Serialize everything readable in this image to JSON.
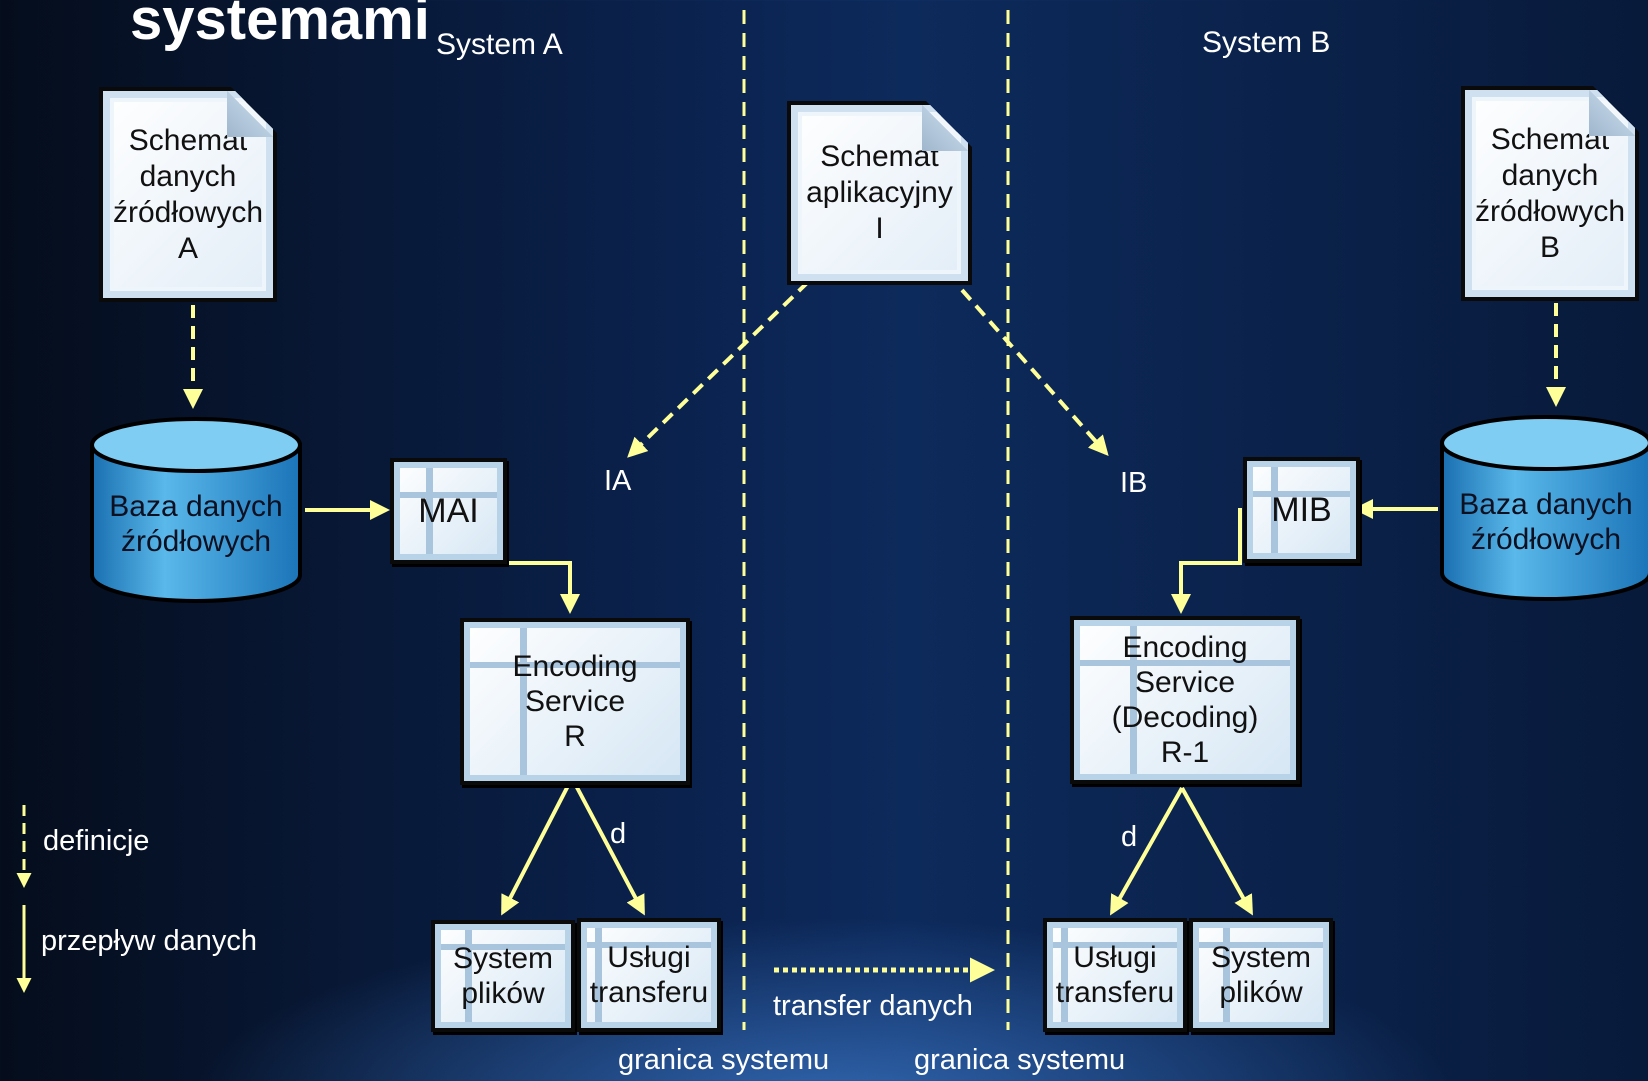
{
  "title_fragment": "systemami",
  "systems": {
    "a_label": "System A",
    "b_label": "System B"
  },
  "documents": {
    "schema_a": "Schemat\ndanych\nźródłowych\nA",
    "schema_app": "Schemat\naplikacyjny\nI",
    "schema_b": "Schemat\ndanych\nźródłowych\nB"
  },
  "databases": {
    "db_a": "Baza danych\nźródłowych",
    "db_b": "Baza danych\nźródłowych"
  },
  "mappings": {
    "mai": "MAI",
    "mib": "MIB"
  },
  "instances": {
    "ia": "IA",
    "ib": "IB"
  },
  "services": {
    "encoding": "Encoding\nService\nR",
    "decoding": "Encoding\nService\n(Decoding)\nR-1"
  },
  "targets": {
    "files_a": "System\nplików",
    "transfer_a": "Usługi\ntransferu",
    "transfer_b": "Usługi\ntransferu",
    "files_b": "System\nplików"
  },
  "d_labels": {
    "left": "d",
    "right": "d"
  },
  "legend": {
    "definitions": "definicje",
    "data_flow": "przepływ danych"
  },
  "transfer_label": "transfer danych",
  "boundaries": {
    "left": "granica systemu",
    "right": "granica systemu"
  },
  "colors": {
    "arrow": "#ffff99",
    "background_dark": "#050d1c",
    "background_mid": "#0d2a5c",
    "cylinder": "#3aa0dc",
    "box_fill": "#e2edf7"
  }
}
